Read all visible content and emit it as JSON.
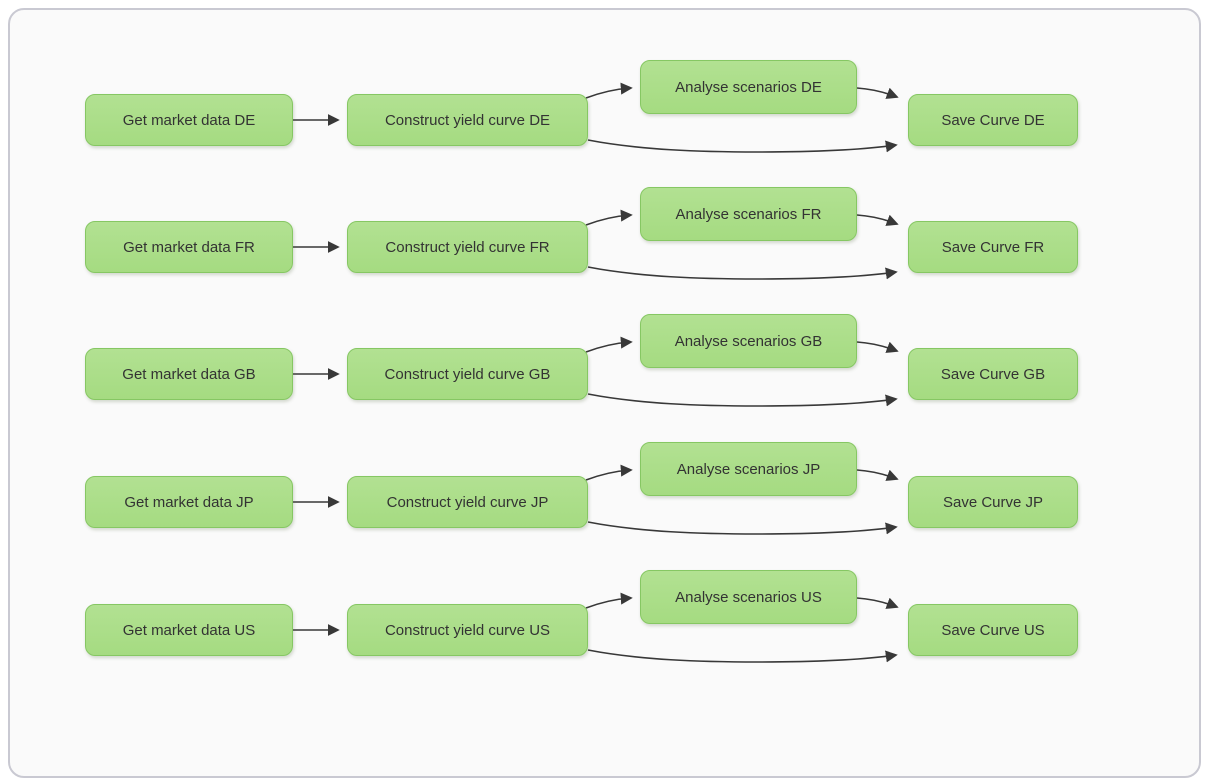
{
  "diagram": {
    "type": "flowchart",
    "direction": "left-to-right",
    "rows": [
      {
        "id": "DE",
        "nodes": {
          "get": "Get market data DE",
          "construct": "Construct yield curve DE",
          "analyse": "Analyse scenarios DE",
          "save": "Save Curve DE"
        }
      },
      {
        "id": "FR",
        "nodes": {
          "get": "Get market data FR",
          "construct": "Construct yield curve FR",
          "analyse": "Analyse scenarios FR",
          "save": "Save Curve FR"
        }
      },
      {
        "id": "GB",
        "nodes": {
          "get": "Get market data GB",
          "construct": "Construct yield curve GB",
          "analyse": "Analyse scenarios GB",
          "save": "Save Curve GB"
        }
      },
      {
        "id": "JP",
        "nodes": {
          "get": "Get market data JP",
          "construct": "Construct yield curve JP",
          "analyse": "Analyse scenarios JP",
          "save": "Save Curve JP"
        }
      },
      {
        "id": "US",
        "nodes": {
          "get": "Get market data US",
          "construct": "Construct yield curve US",
          "analyse": "Analyse scenarios US",
          "save": "Save Curve US"
        }
      }
    ],
    "edges_per_row": [
      {
        "from": "get",
        "to": "construct"
      },
      {
        "from": "construct",
        "to": "analyse"
      },
      {
        "from": "analyse",
        "to": "save"
      },
      {
        "from": "construct",
        "to": "save"
      }
    ],
    "colors": {
      "node_fill": "#a5db81",
      "node_fill_top": "#b2e192",
      "node_border": "#86c763",
      "node_text": "#333333",
      "edge": "#383838",
      "canvas_bg": "#fafafa",
      "page_bg": "#ffffff",
      "frame_border": "#c9c9d2"
    }
  }
}
